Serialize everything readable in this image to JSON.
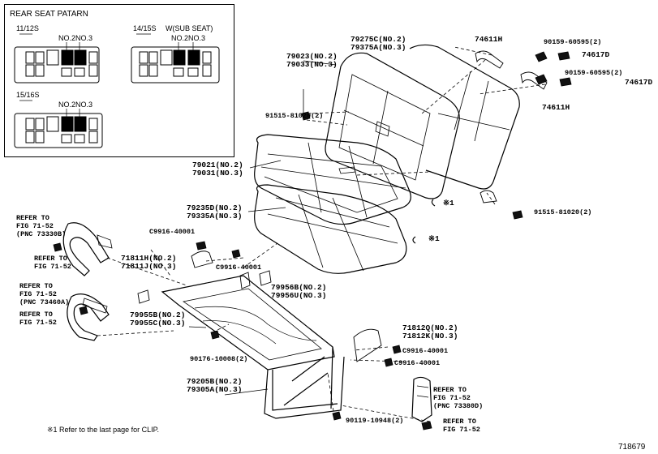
{
  "legend": {
    "title": "REAR SEAT PATARN",
    "groups": [
      {
        "label": "11/12S",
        "no2": "NO.2",
        "no3": "NO.3"
      },
      {
        "label": "14/15S",
        "sub": "W(SUB SEAT)",
        "no2": "NO.2",
        "no3": "NO.3"
      },
      {
        "label": "15/16S",
        "no2": "NO.2",
        "no3": "NO.3"
      }
    ]
  },
  "parts": {
    "p79275": [
      "79275C(NO.2)",
      "79375A(NO.3)"
    ],
    "p79023": [
      "79023(NO.2)",
      "79033(NO.3)"
    ],
    "p74611a": "74611H",
    "p90159a": "90159-60595(2)",
    "p74617a": "74617D",
    "p90159b": "90159-60595(2)",
    "p74617b": "74617D",
    "p74611b": "74611H",
    "p91515a": "91515-81020(2)",
    "p79021": [
      "79021(NO.2)",
      "79031(NO.3)"
    ],
    "p79235": [
      "79235D(NO.2)",
      "79335A(NO.3)"
    ],
    "clip1": "※1",
    "clip2": "※1",
    "p91515b": "91515-81020(2)",
    "ref1": [
      "REFER TO",
      "FIG 71-52",
      "(PNC 73330B)"
    ],
    "ref1b": [
      "REFER TO",
      "FIG 71-52"
    ],
    "pc9916a": "C9916-40001",
    "p71811": [
      "71811H(NO.2)",
      "71811J(NO.3)"
    ],
    "pc9916b": "C9916-40001",
    "ref2": [
      "REFER TO",
      "FIG 71-52",
      "(PNC 73460A)"
    ],
    "ref2b": [
      "REFER TO",
      "FIG 71-52"
    ],
    "p79956": [
      "79956B(NO.2)",
      "79956U(NO.3)"
    ],
    "p79955": [
      "79955B(NO.2)",
      "79955C(NO.3)"
    ],
    "p71812": [
      "71812Q(NO.2)",
      "71812K(NO.3)"
    ],
    "pc9916c": "C9916-40001",
    "pc9916d": "C9916-40001",
    "p90176": "90176-10008(2)",
    "p79205": [
      "79205B(NO.2)",
      "79305A(NO.3)"
    ],
    "ref3": [
      "REFER TO",
      "FIG 71-52",
      "(PNC 73380D)"
    ],
    "ref3b": [
      "REFER TO",
      "FIG 71-52"
    ],
    "p90119": "90119-10948(2)"
  },
  "note": "※1  Refer to the last page for CLIP.",
  "figure_id": "718679"
}
